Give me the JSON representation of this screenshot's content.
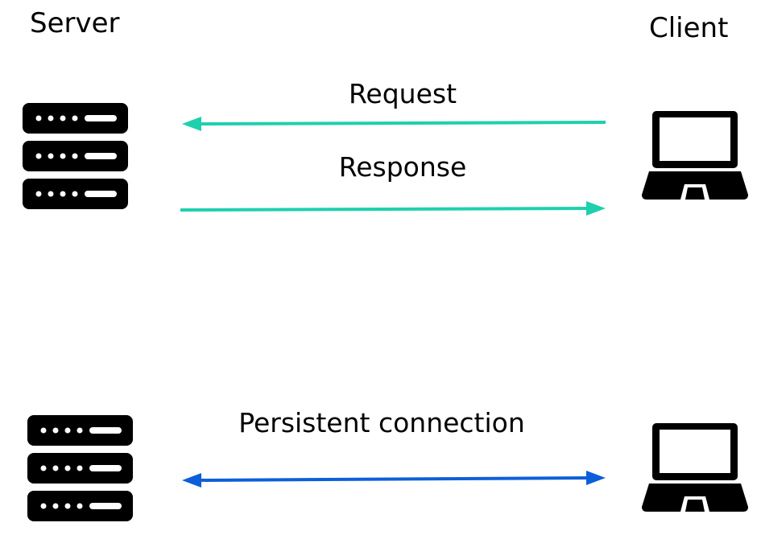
{
  "labels": {
    "server": "Server",
    "client": "Client",
    "request": "Request",
    "response": "Response",
    "persistent": "Persistent connection"
  },
  "icons": {
    "server": "server-rack-icon",
    "client": "laptop-icon"
  },
  "colors": {
    "request_response": "#1ed0ad",
    "persistent": "#0d5fd9",
    "icon": "#000000",
    "text": "#000000"
  }
}
